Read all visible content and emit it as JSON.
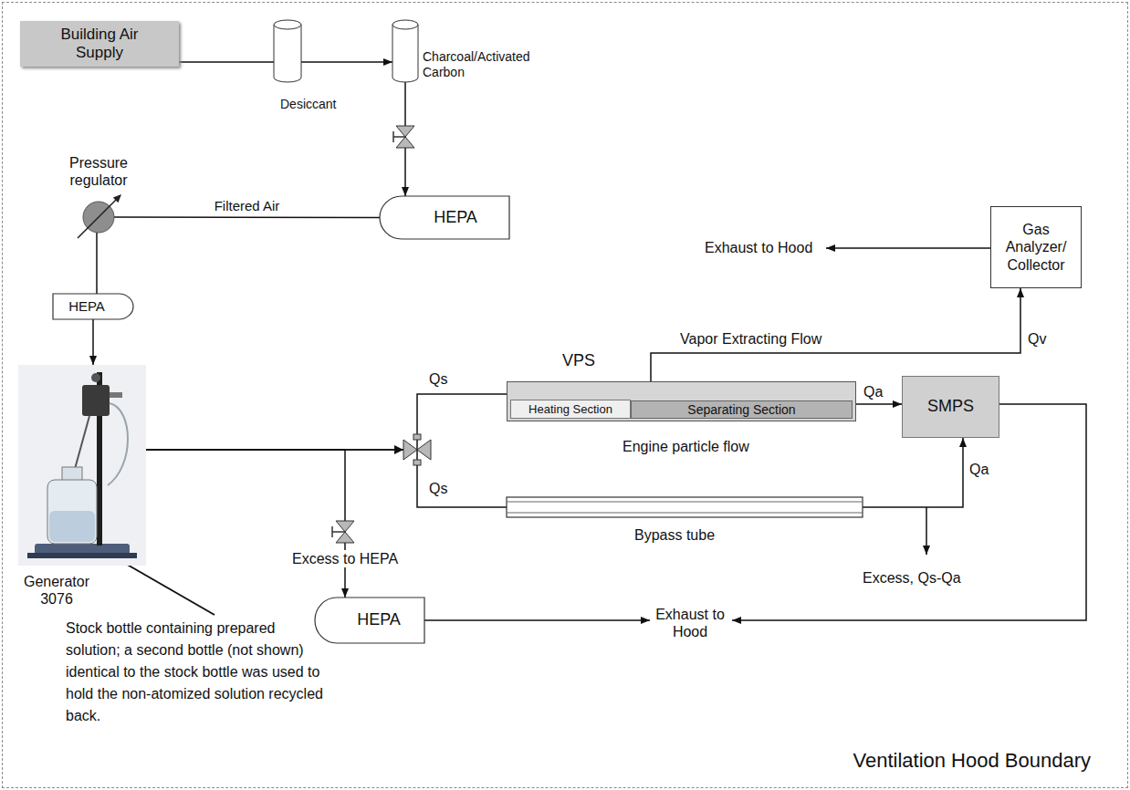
{
  "diagram": {
    "nodes": [
      {
        "text": [
          "Ventilation Hood Boundary"
        ]
      },
      {
        "text": [
          "Building Air Supply"
        ],
        "in": 0
      },
      {
        "text": [
          "Desiccant"
        ],
        "in": 0
      },
      {
        "text": [
          "Charcoal/Activated Carbon"
        ],
        "in": 0
      },
      {
        "text": [
          "HEPA"
        ],
        "in": 0
      },
      {
        "text": [
          "Pressure regulator"
        ],
        "in": 0
      },
      {
        "text": [
          "HEPA"
        ],
        "in": 0
      },
      {
        "text": [
          "Generator 3076"
        ],
        "in": 0
      },
      {
        "text": [
          "VPS"
        ],
        "in": 0
      },
      {
        "text": [
          "Heating Section"
        ],
        "in": 8
      },
      {
        "text": [
          "Separating Section"
        ],
        "in": 8
      },
      {
        "text": [
          "Gas Analyzer/ Collector"
        ],
        "in": 0
      },
      {
        "text": [
          "SMPS"
        ],
        "in": 0
      },
      {
        "text": [
          "Bypass tube"
        ],
        "in": 0
      },
      {
        "text": [
          "HEPA"
        ],
        "in": 0
      }
    ],
    "edges": [
      {
        "from": 1,
        "to": 2,
        "arrow": "none"
      },
      {
        "from": 2,
        "to": 3,
        "arrow": "to"
      },
      {
        "from": 3,
        "to": 4,
        "arrow": "to"
      },
      {
        "from": 4,
        "to": 5,
        "label": "Filtered Air",
        "arrow": "none"
      },
      {
        "from": 5,
        "to": 6,
        "arrow": "none"
      },
      {
        "from": 6,
        "to": 7,
        "arrow": "to"
      },
      {
        "from": 7,
        "to": 8,
        "arrow": "none"
      },
      {
        "from": 7,
        "to": 13,
        "arrow": "none"
      },
      {
        "from": 7,
        "to": 14,
        "arrow": "to"
      },
      {
        "from": 8,
        "to": 12,
        "arrow": "to"
      },
      {
        "from": 13,
        "to": 12,
        "arrow": "to"
      },
      {
        "from": 8,
        "to": 11,
        "arrow": "to"
      }
    ],
    "labels": [
      "Exhaust to Hood",
      "Vapor Extracting Flow",
      "Qv",
      "Qs",
      "Engine particle flow",
      "Qa",
      "Qs",
      "Qa",
      "Excess, Qs-Qa",
      "Excess to HEPA",
      "Exhaust to Hood",
      "Stock bottle containing prepared solution; a second bottle (not shown) identical to the stock bottle was used to hold the non-atomized solution recycled back."
    ]
  }
}
